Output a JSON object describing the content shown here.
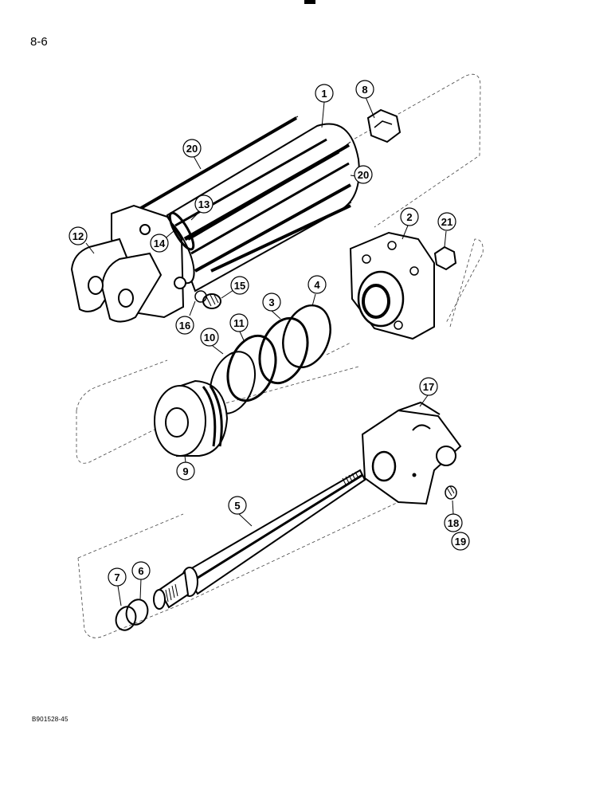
{
  "page_number": "8-6",
  "document_code": "B901528-45",
  "callouts": [
    {
      "id": "c1",
      "label": "1"
    },
    {
      "id": "c8",
      "label": "8"
    },
    {
      "id": "c20a",
      "label": "20"
    },
    {
      "id": "c20b",
      "label": "20"
    },
    {
      "id": "c13",
      "label": "13"
    },
    {
      "id": "c14",
      "label": "14"
    },
    {
      "id": "c12",
      "label": "12"
    },
    {
      "id": "c2",
      "label": "2"
    },
    {
      "id": "c21",
      "label": "21"
    },
    {
      "id": "c15",
      "label": "15"
    },
    {
      "id": "c16",
      "label": "16"
    },
    {
      "id": "c4",
      "label": "4"
    },
    {
      "id": "c3",
      "label": "3"
    },
    {
      "id": "c11",
      "label": "11"
    },
    {
      "id": "c10",
      "label": "10"
    },
    {
      "id": "c17",
      "label": "17"
    },
    {
      "id": "c9",
      "label": "9"
    },
    {
      "id": "c5",
      "label": "5"
    },
    {
      "id": "c18",
      "label": "18"
    },
    {
      "id": "c19",
      "label": "19"
    },
    {
      "id": "c7",
      "label": "7"
    },
    {
      "id": "c6",
      "label": "6"
    }
  ]
}
